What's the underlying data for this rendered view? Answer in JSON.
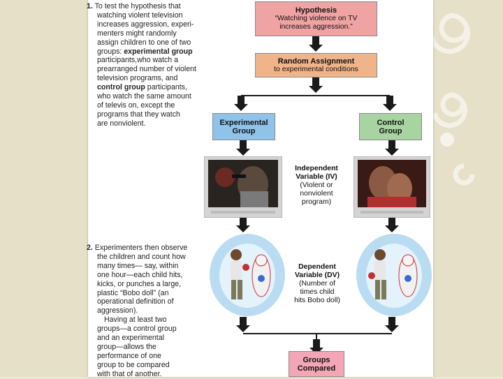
{
  "step1": {
    "number": "1.",
    "line1": "To test the hypothesis that",
    "line2": "watching violent television",
    "line3": "increases aggression, experi-",
    "line4": "menters might randomly",
    "line5": "assign children to one of two",
    "line6_pre": "groups: ",
    "line6_bold": "experimental group",
    "line7": "participants,who watch a",
    "line8": "prearranged number of violent",
    "line9": "television programs, and",
    "line10_bold": "control group",
    "line10_post": " participants,",
    "line11": "who watch the same amount",
    "line12": "of televis on, except the",
    "line13": "programs that they watch",
    "line14": "are nonviolent."
  },
  "step2": {
    "number": "2.",
    "line1": "Experimenters then observe",
    "line2": "the children and count how",
    "line3": "many times— say, within",
    "line4": "one hour—each child hits,",
    "line5": "kicks, or punches a large,",
    "line6": "plastic “Bobo doll” (an",
    "line7": "operational definition of",
    "line8": "aggression).",
    "line9": "Having at least two",
    "line10": "groups—a control group",
    "line11": "and an experimental",
    "line12": "group—allows the",
    "line13": "performance of one",
    "line14": "group to be compared",
    "line15": "with that of another."
  },
  "hypothesis": {
    "title": "Hypothesis",
    "line1": "“Watching violence on TV",
    "line2": "increases aggression.”"
  },
  "random_assignment": {
    "title": "Random Assignment",
    "sub": "to experimental conditions"
  },
  "experimental_group": {
    "line1": "Experimental",
    "line2": "Group"
  },
  "control_group": {
    "line1": "Control",
    "line2": "Group"
  },
  "iv": {
    "line1": "Independent",
    "line2": "Variable (IV)",
    "line3": "(Violent or",
    "line4": "nonviolent",
    "line5": "program)"
  },
  "dv": {
    "line1": "Dependent",
    "line2": "Variable (DV)",
    "line3": "(Number of",
    "line4": "times child",
    "line5": "hits Bobo doll)"
  },
  "groups_compared": {
    "line1": "Groups",
    "line2": "Compared"
  },
  "colors": {
    "hypothesis": "#f0a3a3",
    "random": "#f0b48a",
    "experimental": "#8fc3ea",
    "control": "#a7d4a0",
    "compared": "#f2a6b6",
    "arrow": "#1a1a1a"
  }
}
